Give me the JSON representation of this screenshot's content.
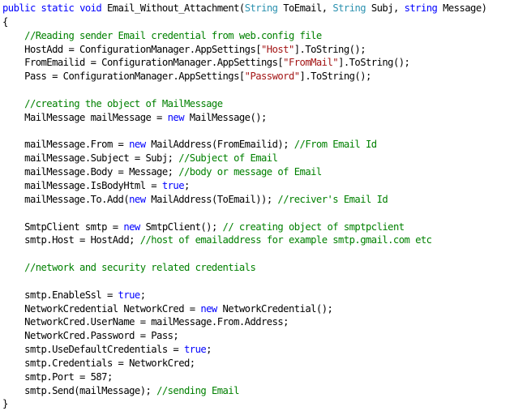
{
  "editor": {
    "language": "csharp",
    "colors": {
      "keyword": "#0000ff",
      "type": "#2b91af",
      "string": "#a31515",
      "comment": "#008000",
      "plain": "#000000",
      "background": "#ffffff"
    },
    "lines": [
      {
        "tokens": [
          {
            "t": "kw",
            "v": "public"
          },
          {
            "t": "pl",
            "v": " "
          },
          {
            "t": "kw",
            "v": "static"
          },
          {
            "t": "pl",
            "v": " "
          },
          {
            "t": "kw",
            "v": "void"
          },
          {
            "t": "pl",
            "v": " Email_Without_Attachment("
          },
          {
            "t": "type",
            "v": "String"
          },
          {
            "t": "pl",
            "v": " ToEmail, "
          },
          {
            "t": "type",
            "v": "String"
          },
          {
            "t": "pl",
            "v": " Subj, "
          },
          {
            "t": "kw",
            "v": "string"
          },
          {
            "t": "pl",
            "v": " Message)"
          }
        ]
      },
      {
        "tokens": [
          {
            "t": "pl",
            "v": "{"
          }
        ]
      },
      {
        "tokens": [
          {
            "t": "pl",
            "v": "    "
          },
          {
            "t": "cm",
            "v": "//Reading sender Email credential from web.config file"
          }
        ]
      },
      {
        "tokens": [
          {
            "t": "pl",
            "v": "    HostAdd = ConfigurationManager.AppSettings["
          },
          {
            "t": "str",
            "v": "\"Host\""
          },
          {
            "t": "pl",
            "v": "].ToString();"
          }
        ]
      },
      {
        "tokens": [
          {
            "t": "pl",
            "v": "    FromEmailid = ConfigurationManager.AppSettings["
          },
          {
            "t": "str",
            "v": "\"FromMail\""
          },
          {
            "t": "pl",
            "v": "].ToString();"
          }
        ]
      },
      {
        "tokens": [
          {
            "t": "pl",
            "v": "    Pass = ConfigurationManager.AppSettings["
          },
          {
            "t": "str",
            "v": "\"Password\""
          },
          {
            "t": "pl",
            "v": "].ToString();"
          }
        ]
      },
      {
        "tokens": []
      },
      {
        "tokens": [
          {
            "t": "pl",
            "v": "    "
          },
          {
            "t": "cm",
            "v": "//creating the object of MailMessage"
          }
        ]
      },
      {
        "tokens": [
          {
            "t": "pl",
            "v": "    MailMessage mailMessage = "
          },
          {
            "t": "kw",
            "v": "new"
          },
          {
            "t": "pl",
            "v": " MailMessage();"
          }
        ]
      },
      {
        "tokens": []
      },
      {
        "tokens": [
          {
            "t": "pl",
            "v": "    mailMessage.From = "
          },
          {
            "t": "kw",
            "v": "new"
          },
          {
            "t": "pl",
            "v": " MailAddress(FromEmailid); "
          },
          {
            "t": "cm",
            "v": "//From Email Id"
          }
        ]
      },
      {
        "tokens": [
          {
            "t": "pl",
            "v": "    mailMessage.Subject = Subj; "
          },
          {
            "t": "cm",
            "v": "//Subject of Email"
          }
        ]
      },
      {
        "tokens": [
          {
            "t": "pl",
            "v": "    mailMessage.Body = Message; "
          },
          {
            "t": "cm",
            "v": "//body or message of Email"
          }
        ]
      },
      {
        "tokens": [
          {
            "t": "pl",
            "v": "    mailMessage.IsBodyHtml = "
          },
          {
            "t": "kw",
            "v": "true"
          },
          {
            "t": "pl",
            "v": ";"
          }
        ]
      },
      {
        "tokens": [
          {
            "t": "pl",
            "v": "    mailMessage.To.Add("
          },
          {
            "t": "kw",
            "v": "new"
          },
          {
            "t": "pl",
            "v": " MailAddress(ToEmail)); "
          },
          {
            "t": "cm",
            "v": "//reciver's Email Id"
          }
        ]
      },
      {
        "tokens": []
      },
      {
        "tokens": [
          {
            "t": "pl",
            "v": "    SmtpClient smtp = "
          },
          {
            "t": "kw",
            "v": "new"
          },
          {
            "t": "pl",
            "v": " SmtpClient(); "
          },
          {
            "t": "cm",
            "v": "// creating object of smptpclient"
          }
        ]
      },
      {
        "tokens": [
          {
            "t": "pl",
            "v": "    smtp.Host = HostAdd; "
          },
          {
            "t": "cm",
            "v": "//host of emailaddress for example smtp.gmail.com etc"
          }
        ]
      },
      {
        "tokens": []
      },
      {
        "tokens": [
          {
            "t": "pl",
            "v": "    "
          },
          {
            "t": "cm",
            "v": "//network and security related credentials"
          }
        ]
      },
      {
        "tokens": []
      },
      {
        "tokens": [
          {
            "t": "pl",
            "v": "    smtp.EnableSsl = "
          },
          {
            "t": "kw",
            "v": "true"
          },
          {
            "t": "pl",
            "v": ";"
          }
        ]
      },
      {
        "tokens": [
          {
            "t": "pl",
            "v": "    NetworkCredential NetworkCred = "
          },
          {
            "t": "kw",
            "v": "new"
          },
          {
            "t": "pl",
            "v": " NetworkCredential();"
          }
        ]
      },
      {
        "tokens": [
          {
            "t": "pl",
            "v": "    NetworkCred.UserName = mailMessage.From.Address;"
          }
        ]
      },
      {
        "tokens": [
          {
            "t": "pl",
            "v": "    NetworkCred.Password = Pass;"
          }
        ]
      },
      {
        "tokens": [
          {
            "t": "pl",
            "v": "    smtp.UseDefaultCredentials = "
          },
          {
            "t": "kw",
            "v": "true"
          },
          {
            "t": "pl",
            "v": ";"
          }
        ]
      },
      {
        "tokens": [
          {
            "t": "pl",
            "v": "    smtp.Credentials = NetworkCred;"
          }
        ]
      },
      {
        "tokens": [
          {
            "t": "pl",
            "v": "    smtp.Port = 587;"
          }
        ]
      },
      {
        "tokens": [
          {
            "t": "pl",
            "v": "    smtp.Send(mailMessage); "
          },
          {
            "t": "cm",
            "v": "//sending Email"
          }
        ]
      },
      {
        "tokens": [
          {
            "t": "pl",
            "v": "}"
          }
        ]
      }
    ]
  }
}
